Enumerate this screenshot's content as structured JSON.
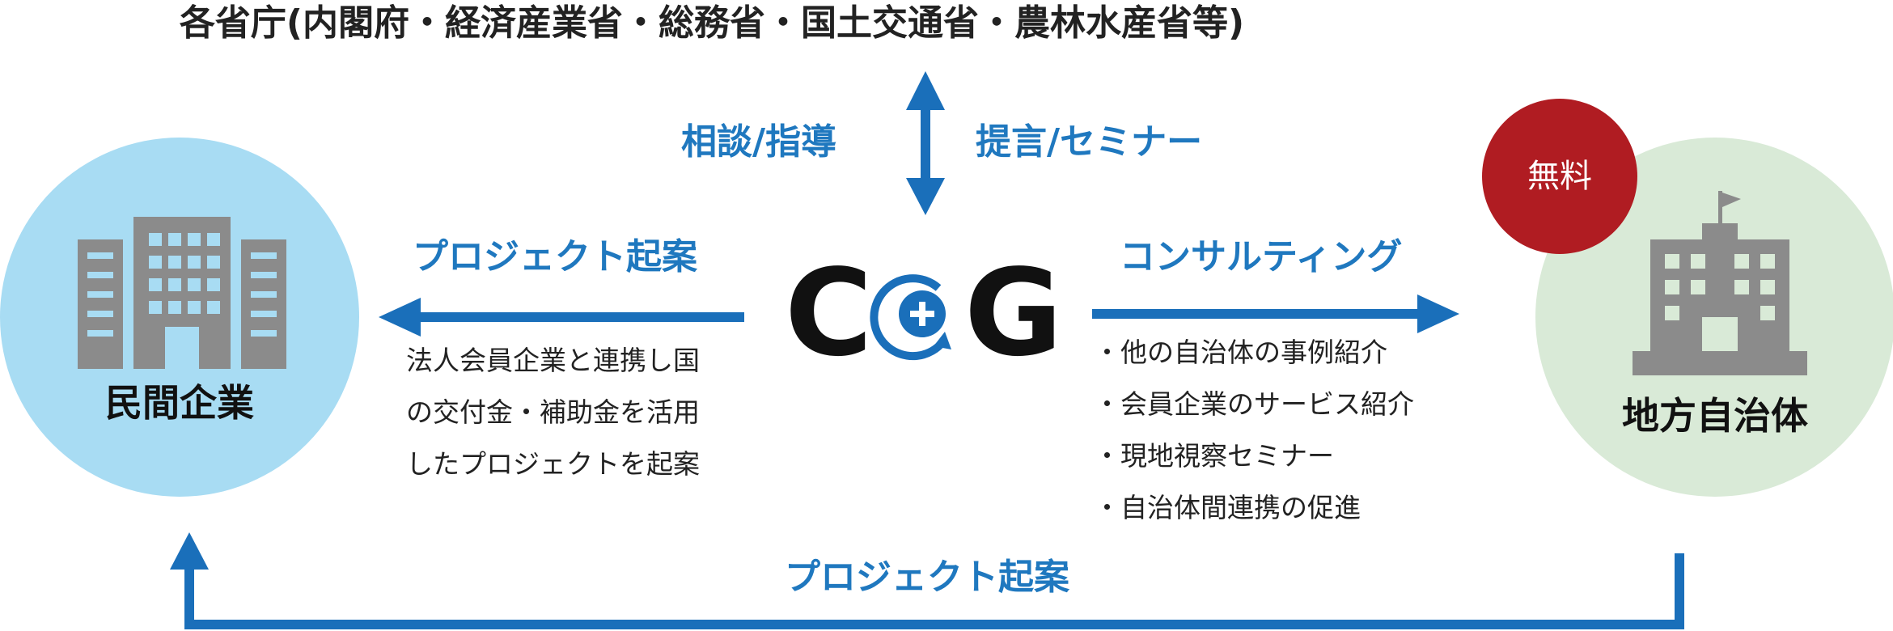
{
  "header": {
    "title": "各省庁(内閣府・経済産業省・総務省・国土交通省・農林水産省等)"
  },
  "center": {
    "logo_text": "COG",
    "label_consult": "相談/指導",
    "label_proposal": "提言/セミナー"
  },
  "left": {
    "entity_label": "民間企業",
    "arrow_label": "プロジェクト起案",
    "description": [
      "法人会員企業と連携し国",
      "の交付金・補助金を活用",
      "したプロジェクトを起案"
    ]
  },
  "right": {
    "entity_label": "地方自治体",
    "badge": "無料",
    "arrow_label": "コンサルティング",
    "bullets": [
      "他の自治体の事例紹介",
      "会員企業のサービス紹介",
      "現地視察セミナー",
      "自治体間連携の促進"
    ]
  },
  "bottom": {
    "arrow_label": "プロジェクト起案"
  },
  "colors": {
    "arrow_blue": "#1a6fba",
    "label_blue": "#1f78bf",
    "left_circle": "#a8dcf3",
    "right_circle": "#d9ead7",
    "building_gray": "#8b8b8b",
    "badge_red": "#b01c22",
    "logo_black": "#111111"
  }
}
